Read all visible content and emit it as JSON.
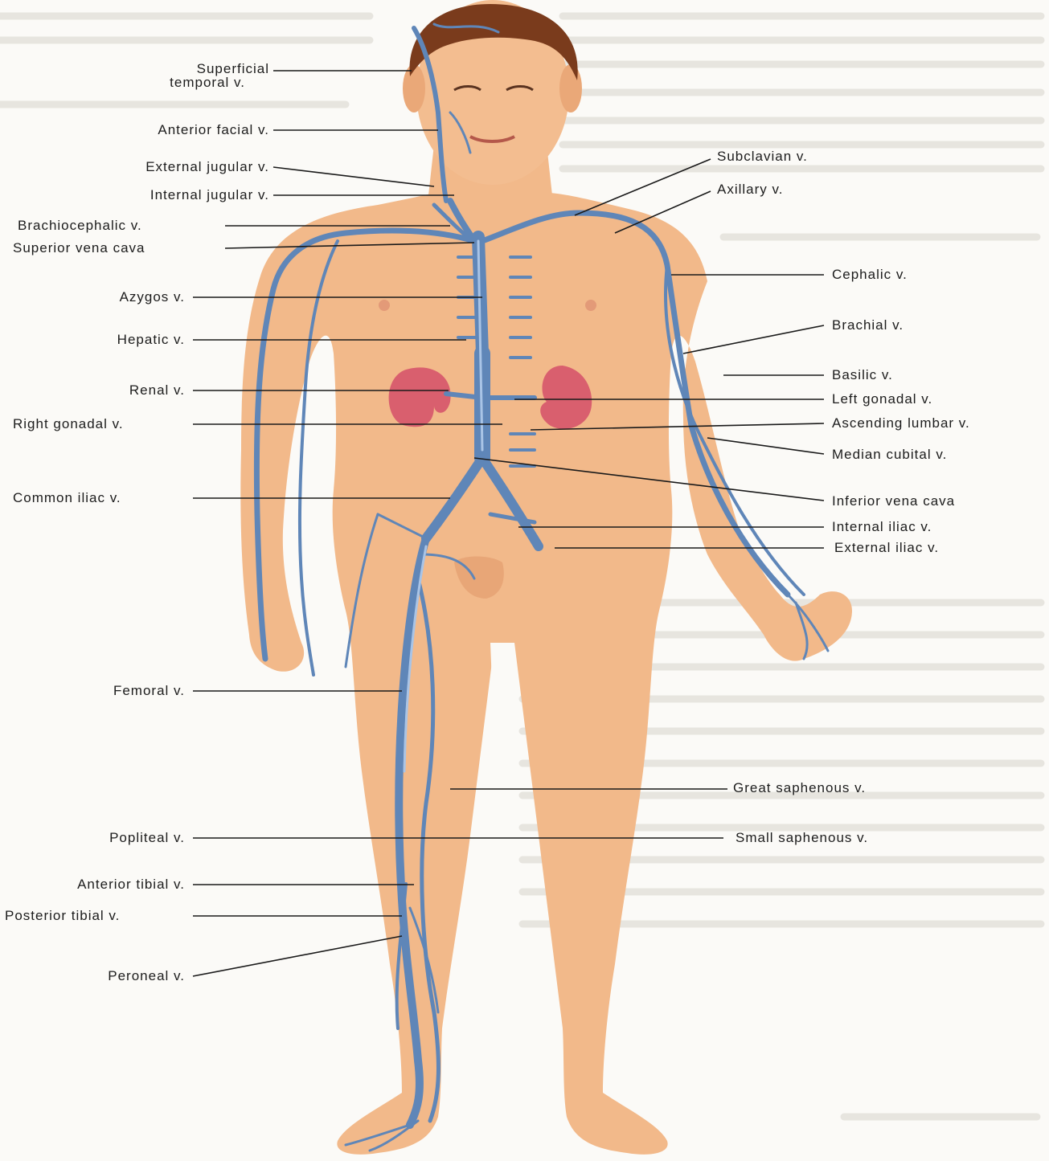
{
  "labels_left": [
    "Superficial",
    "temporal v.",
    "Anterior facial v.",
    "External jugular v.",
    "Internal jugular v.",
    "Brachiocephalic v.",
    "Superior vena cava",
    "Azygos v.",
    "Hepatic v.",
    "Renal v.",
    "Right gonadal v.",
    "Common iliac v.",
    "Femoral v.",
    "Popliteal v.",
    "Anterior tibial v.",
    "Posterior tibial v.",
    "Peroneal v."
  ],
  "labels_right": [
    "Subclavian v.",
    "Axillary v.",
    "Cephalic v.",
    "Brachial v.",
    "Basilic v.",
    "Left gonadal v.",
    "Ascending lumbar v.",
    "Median cubital v.",
    "Inferior vena cava",
    "Internal iliac v.",
    "External iliac v.",
    "Great saphenous v.",
    "Small saphenous v."
  ],
  "colors": {
    "skin": "#f2b98a",
    "skin_shadow": "#e29a6a",
    "hair": "#7a3b1c",
    "vein": "#5f86b8",
    "vein_light": "#a9c4e6",
    "kidney": "#d95f6e",
    "leader": "#1a1a1a",
    "background_text": "#d9d6d0"
  }
}
